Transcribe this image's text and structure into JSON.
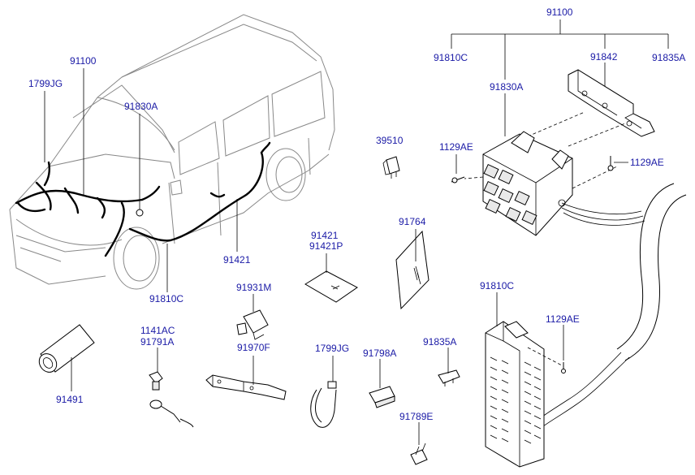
{
  "labels": {
    "top_91100": "91100",
    "bracket_91810C": "91810C",
    "bracket_91842": "91842",
    "bracket_91835A": "91835A",
    "fusebox_91830A": "91830A",
    "fusebox_1129AE_left": "1129AE",
    "fusebox_1129AE_right": "1129AE",
    "relay_39510": "39510",
    "car_1799JG": "1799JG",
    "car_91100": "91100",
    "car_91830A": "91830A",
    "car_91421": "91421",
    "car_91810C": "91810C",
    "pad_91421": "91421",
    "pad_91421P": "91421P",
    "sheet_91764": "91764",
    "clip_91931M": "91931M",
    "bracket_91970F": "91970F",
    "tie_1799JG": "1799JG",
    "fuse_91798A": "91798A",
    "fuse_91835A": "91835A",
    "fuse_91789E": "91789E",
    "bolt_1141AC": "1141AC",
    "bolt_91791A": "91791A",
    "tube_91491": "91491",
    "jb_91810C": "91810C",
    "jb_1129AE": "1129AE"
  },
  "colors": {
    "label": "#1a1aa6",
    "line": "#000000",
    "background": "#ffffff"
  }
}
